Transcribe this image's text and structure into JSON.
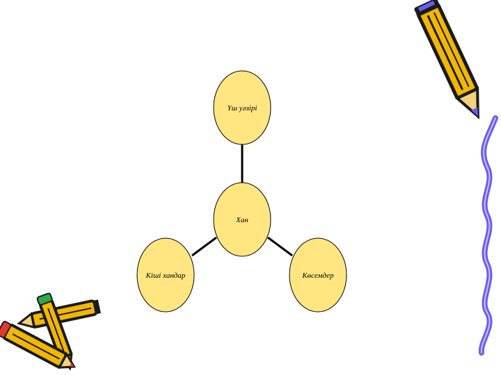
{
  "diagram": {
    "colors": {
      "node_fill": "#ffe680",
      "node_stroke": "#000000",
      "edge": "#000000",
      "pencil_yellow": "#f2b700",
      "pencil_dark": "#1a1a1a",
      "squiggle": "#6b5cf0",
      "eraser_red": "#e03b2b",
      "eraser_green": "#2fa84a"
    },
    "nodes": {
      "center": "Хан",
      "top": "Үш уәзірі",
      "left": "Кіші хандар",
      "right": "Көсемдер"
    },
    "edges": [
      [
        "center",
        "top"
      ],
      [
        "center",
        "left"
      ],
      [
        "center",
        "right"
      ]
    ],
    "decorations": [
      "pencil-icon",
      "squiggle-line",
      "pencils-icon"
    ]
  }
}
